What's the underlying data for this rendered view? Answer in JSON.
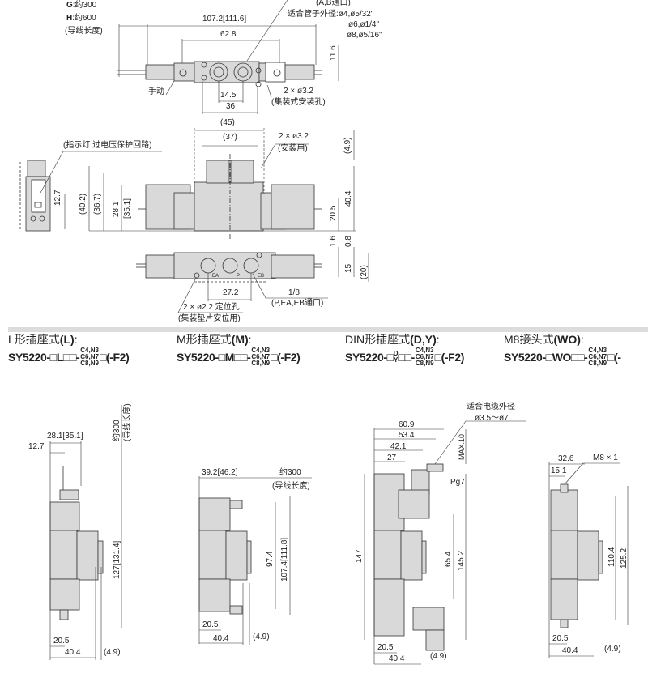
{
  "top": {
    "g_key": "G",
    "g_val": ":约300",
    "h_key": "H",
    "h_val": ":约600",
    "lead_len": "(导线长度)",
    "ab_port": "(A,B通口)",
    "tube_od": "适合管子外径:ø4,ø5/32\"",
    "tube_od2": "ø6,ø1/4\"",
    "tube_od3": "ø8,ø5/16\"",
    "dim_107": "107.2[111.6]",
    "dim_62": "62.8",
    "dim_11": "11.6",
    "manual": "手动",
    "dim_14": "14.5",
    "dim_36": "36",
    "holes": "2 × ø3.2",
    "holes_note": "(集装式安装孔)"
  },
  "front": {
    "dim_45": "(45)",
    "dim_37": "(37)",
    "holes": "2 × ø3.2",
    "holes_note": "(安装用)",
    "dim_4_9": "(4.9)",
    "indicator": "(指示灯  过电压保护回路)",
    "dim_12_7": "12.7",
    "dim_40_2": "(40.2)",
    "dim_36_7": "(36.7)",
    "dim_28_1": "28.1",
    "dim_35_1": "[35.1]",
    "dim_20_5": "20.5",
    "dim_40_4": "40.4"
  },
  "bottom": {
    "dim_1_6": "1.6",
    "dim_0_8": "0.8",
    "dim_15": "15",
    "dim_20": "(20)",
    "port_ea": "EA",
    "port_p": "P",
    "port_eb": "EB",
    "dim_27_2": "27.2",
    "thread": "1/8",
    "ports_note": "(P,EA,EB通口)",
    "pin_holes": "2 × ø2.2 定位孔",
    "pin_note": "(集装垫片安位用)"
  },
  "variants": [
    {
      "title_pre": "L形插座式",
      "title_code": "(L)",
      "title_post": ":",
      "code_pre": "SY5220-□L□□-",
      "stack": [
        "C4,N3",
        "C6,N7",
        "C8,N9"
      ],
      "code_post": "□(-F2)"
    },
    {
      "title_pre": "M形插座式",
      "title_code": "(M)",
      "title_post": ":",
      "code_pre": "SY5220-□M□□-",
      "stack": [
        "C4,N3",
        "C6,N7",
        "C8,N9"
      ],
      "code_post": "□(-F2)"
    },
    {
      "title_pre": "DIN形插座式",
      "title_code": "(D,Y)",
      "title_post": ":",
      "code_pre": "SY5220-□",
      "dy": "D\nY",
      "code_mid": "□□-",
      "stack": [
        "C4,N3",
        "C6,N7",
        "C8,N9"
      ],
      "code_post": "□(-F2)"
    },
    {
      "title_pre": "M8接头式",
      "title_code": "(WO)",
      "title_post": ":",
      "code_pre": "SY5220-□WO□□-",
      "stack": [
        "C4,N3",
        "C6,N7",
        "C8,N9"
      ],
      "code_post": "□(-"
    }
  ],
  "l_type": {
    "lead": "约300",
    "lead_note": "(导线长度)",
    "dim_28": "28.1[35.1]",
    "dim_12_7": "12.7",
    "dim_127": "127[131.4]",
    "dim_20_5": "20.5",
    "dim_40_4": "40.4",
    "dim_4_9": "(4.9)"
  },
  "m_type": {
    "dim_39": "39.2[46.2]",
    "lead": "约300",
    "lead_note": "(导线长度)",
    "dim_97": "97.4",
    "dim_107": "107.4[111.8]",
    "dim_20_5": "20.5",
    "dim_40_4": "40.4",
    "dim_4_9": "(4.9)"
  },
  "din_type": {
    "cable": "适合电缆外径",
    "cable_range": "ø3.5～ø7",
    "dim_60": "60.9",
    "dim_53": "53.4",
    "dim_42": "42.1",
    "dim_27": "27",
    "max10": "MAX.10",
    "pg7": "Pg7",
    "dim_147": "147",
    "dim_65": "65.4",
    "dim_145": "145.2",
    "dim_20_5": "20.5",
    "dim_40_4": "40.4",
    "dim_4_9": "(4.9)"
  },
  "m8_type": {
    "dim_32": "32.6",
    "m8": "M8 × 1",
    "dim_15": "15.1",
    "dim_110": "110.4",
    "dim_125": "125.2",
    "dim_20_5": "20.5",
    "dim_40_4": "40.4",
    "dim_4_9": "(4.9)"
  }
}
